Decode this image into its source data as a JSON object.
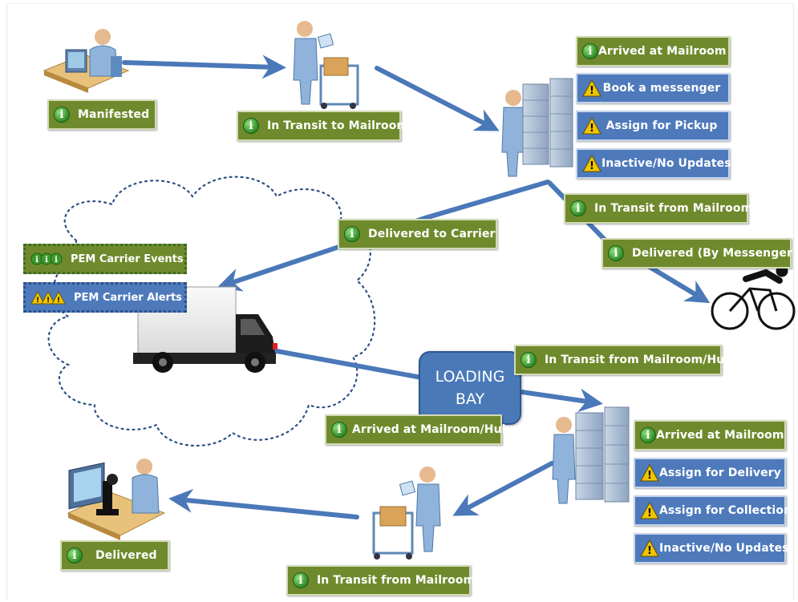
{
  "colors": {
    "green_box": "#6f8a2c",
    "blue_box": "#4e7abc",
    "arrow": "#4a78b8",
    "cloud_dots": "#2c4f86"
  },
  "status_boxes": {
    "manifested": "Manifested",
    "in_transit_to_mailroom": "In Transit to Mailroom",
    "arrived_at_mailroom_1": "Arrived at Mailroom",
    "book_a_messenger": "Book a messenger",
    "assign_for_pickup": "Assign for Pickup",
    "inactive_no_updates_1": "Inactive/No Updates",
    "in_transit_from_mailroom_1": "In Transit from Mailroom",
    "delivered_to_carrier": "Delivered to Carrier",
    "delivered_by_messenger": "Delivered (By Messenger)",
    "pem_carrier_events": "PEM Carrier Events",
    "pem_carrier_alerts": "PEM Carrier Alerts",
    "in_transit_from_mailroom_hub": "In Transit from Mailroom/Hub",
    "arrived_at_mailroom_hub": "Arrived at Mailroom/Hub",
    "arrived_at_mailroom_2": "Arrived at Mailroom",
    "assign_for_delivery": "Assign for Delivery",
    "assign_for_collection": "Assign for Collection",
    "inactive_no_updates_2": "Inactive/No Updates",
    "delivered": "Delivered",
    "in_transit_from_mailroom_2": "In Transit from Mailroom"
  },
  "loading_bay": {
    "line1": "LOADING",
    "line2": "BAY"
  },
  "icons": {
    "info": "info-icon",
    "warning": "warning-icon",
    "desk_worker": "person-at-desk-icon",
    "cart_worker": "person-with-cart-icon",
    "mailroom_worker": "person-at-mail-shelves-icon",
    "truck": "delivery-truck-icon",
    "cyclist": "cyclist-icon",
    "recipient": "person-at-workstation-icon"
  }
}
